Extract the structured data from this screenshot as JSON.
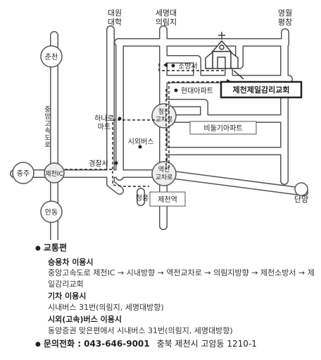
{
  "map": {
    "labels": {
      "daewon": "대원\n대학",
      "semyung": "세명대\n의림지",
      "yeongwol": "영월\n평창",
      "chuncheon": "춘천",
      "highway": "중앙고속도로",
      "sobangseo": "소방서",
      "hyundai_apt": "현대아파트",
      "church": "제천제일감리교회",
      "hanaro": "하나로\n마트",
      "cheongjeon": "청전\n교차로",
      "bitdulgi_apt": "비둘기아파트",
      "bus_terminal": "시외버스",
      "police": "경찰서",
      "chungju": "충주",
      "jecheon_ic": "제천IC",
      "yeokjeon": "역전\n교차로",
      "cheongsong": "청풍",
      "station": "제천역",
      "andong": "안동",
      "danyang": "단양"
    },
    "colors": {
      "road": "#bbbbbb",
      "road_edge": "#555555",
      "route": "#222222"
    }
  },
  "info": {
    "transport_head": "교통편",
    "car_title": "승용차 이용시",
    "car_route": "중앙고속도로 제천IC → 시내방향 → 역전교차로 → 의림지방향 → 제천소방서 → 제일감리교회",
    "train_title": "기차 이용시",
    "train_route": "시내버스 31번(의림지, 세명대방향)",
    "intercity_title": "시외(고속)버스 이용시",
    "intercity_route": "동양증권 맞은편에서 시내버스 31번(의림지, 세명대방향)",
    "contact_label": "문의전화 : 043-646-9001",
    "address": "충북 제천시 고암동 1210-1"
  }
}
